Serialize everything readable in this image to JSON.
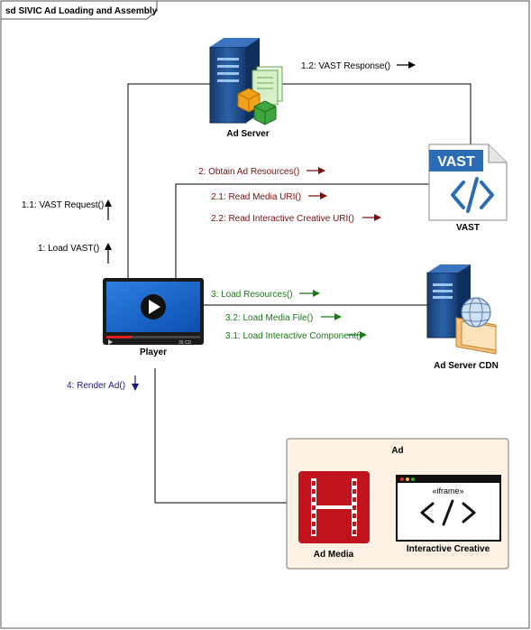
{
  "frame": {
    "title": "sd SIVIC Ad Loading and Assembly"
  },
  "nodes": {
    "ad_server": "Ad Server",
    "vast": "VAST",
    "vast_logo": "VAST",
    "player": "Player",
    "player_time": "35 CD",
    "cdn": "Ad Server CDN",
    "ad_group": "Ad",
    "ad_media": "Ad Media",
    "interactive": "Interactive Creative",
    "iframe": "«iframe»"
  },
  "messages": {
    "m12": "1.2: VAST Response()",
    "m11": "1.1: VAST Request()",
    "m1": "1: Load VAST()",
    "m2": "2: Obtain Ad Resources()",
    "m21": "2.1: Read Media URI()",
    "m22": "2.2: Read Interactive Creative URI()",
    "m3": "3: Load Resources()",
    "m32": "3.2: Load Media File()",
    "m31": "3.1: Load Interactive Component()",
    "m4": "4: Render Ad()"
  },
  "colors": {
    "black_msg": "#000000",
    "red_msg": "#7a1010",
    "green_msg": "#1a7a1a",
    "blue_msg": "#1a1a8a",
    "server_blue": "#1f4e8c",
    "ad_group_fill": "#fdf1e4",
    "ad_media_red": "#c0141c",
    "vast_blue": "#2a6db5"
  }
}
